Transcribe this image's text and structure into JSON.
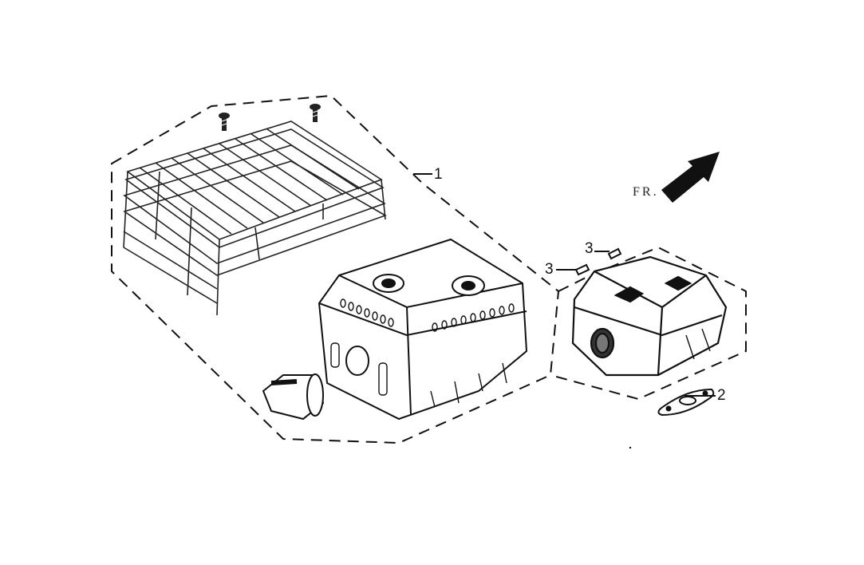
{
  "callouts": [
    {
      "id": "1",
      "text": "1"
    },
    {
      "id": "2",
      "text": "2"
    },
    {
      "id": "3a",
      "text": "3"
    },
    {
      "id": "3b",
      "text": "3"
    }
  ],
  "direction_label": "FR.",
  "colors": {
    "ink": "#111111",
    "background": "#ffffff"
  }
}
